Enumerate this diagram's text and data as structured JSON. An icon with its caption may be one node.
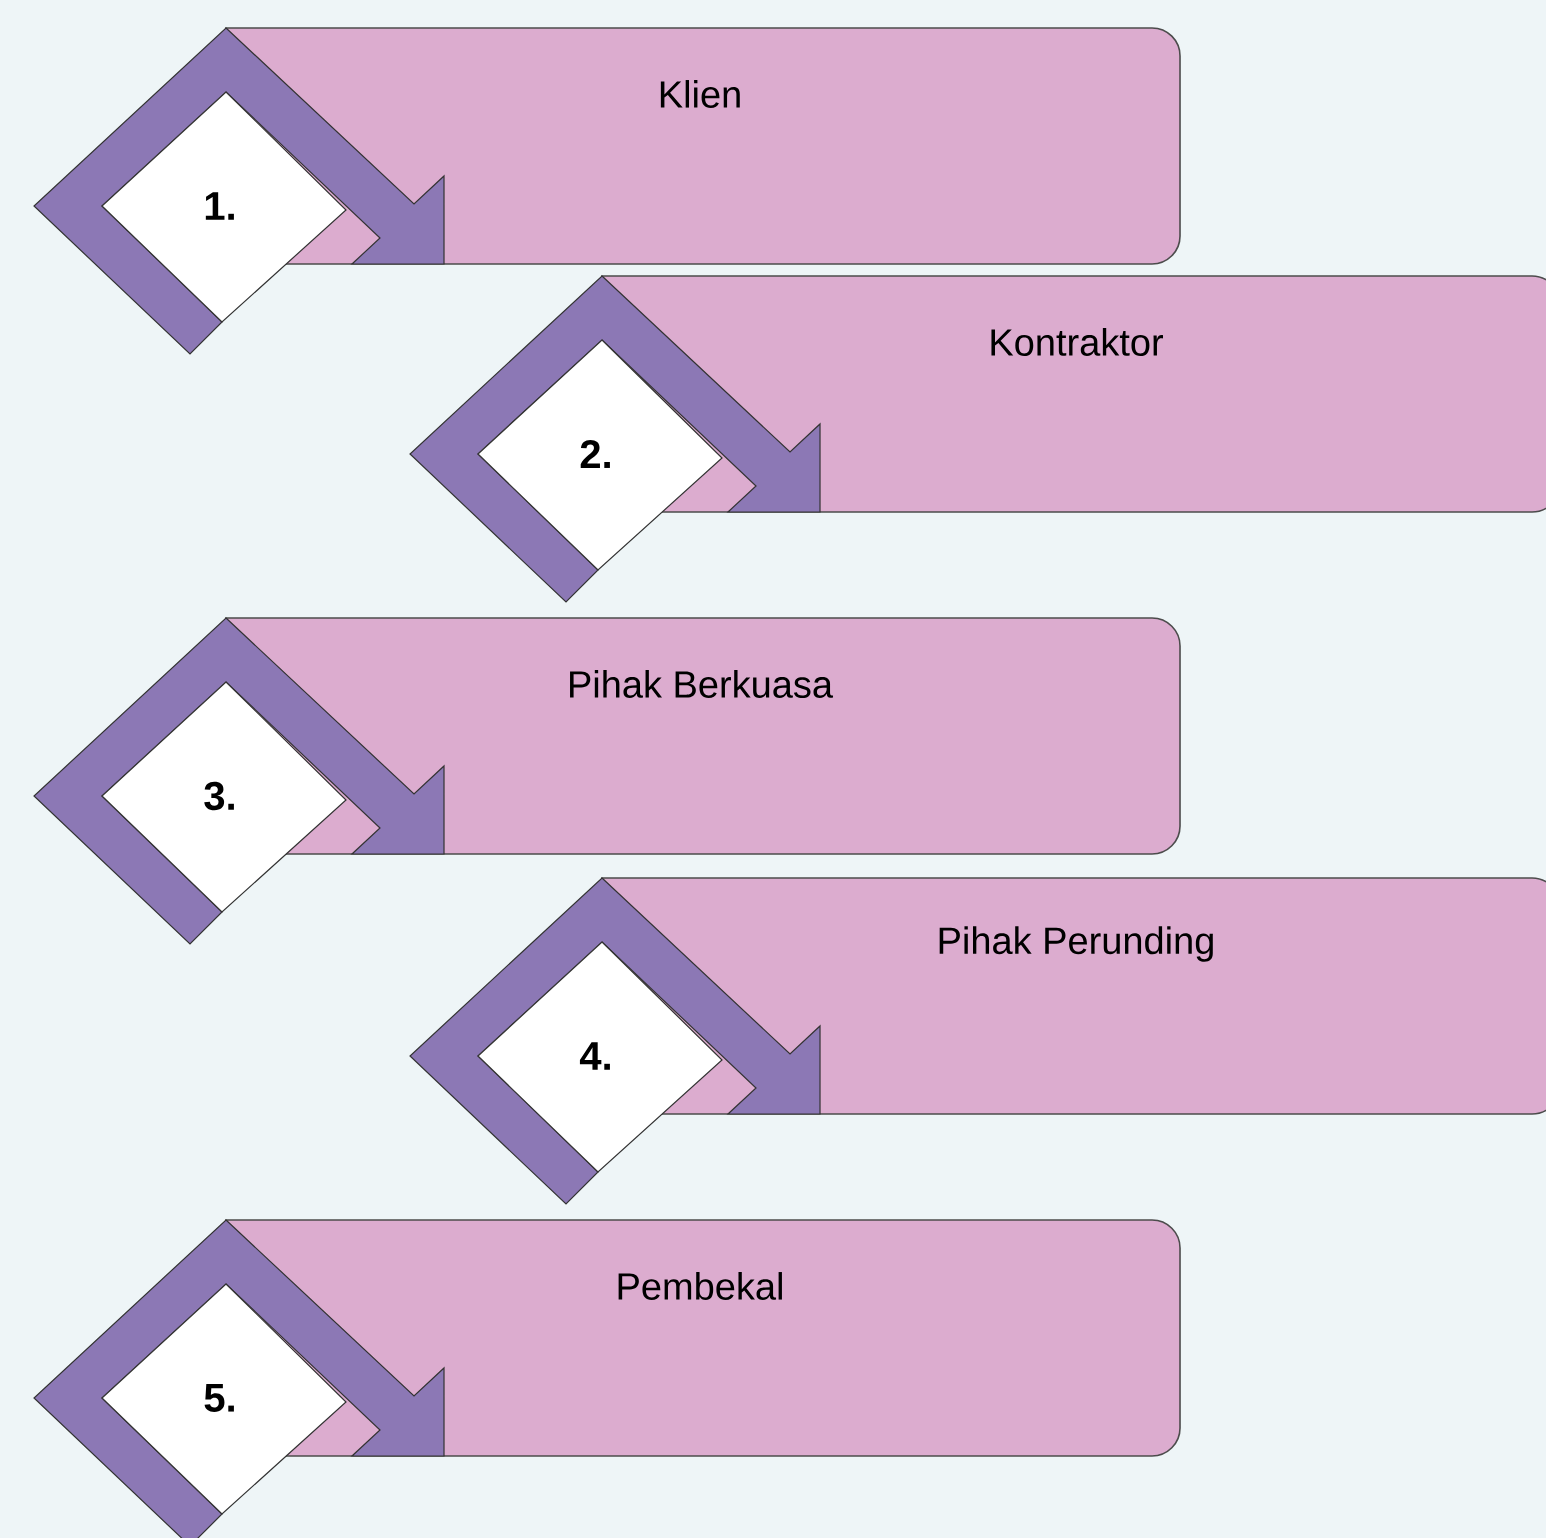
{
  "diagram": {
    "nodes": [
      {
        "text": [
          "1."
        ]
      },
      {
        "text": [
          "Klien"
        ]
      },
      {
        "text": [
          "2."
        ]
      },
      {
        "text": [
          "Kontraktor"
        ]
      },
      {
        "text": [
          "3."
        ]
      },
      {
        "text": [
          "Pihak Berkuasa"
        ]
      },
      {
        "text": [
          "4."
        ]
      },
      {
        "text": [
          "Pihak Perunding"
        ]
      },
      {
        "text": [
          "5."
        ]
      },
      {
        "text": [
          "Pembekal"
        ]
      }
    ]
  }
}
